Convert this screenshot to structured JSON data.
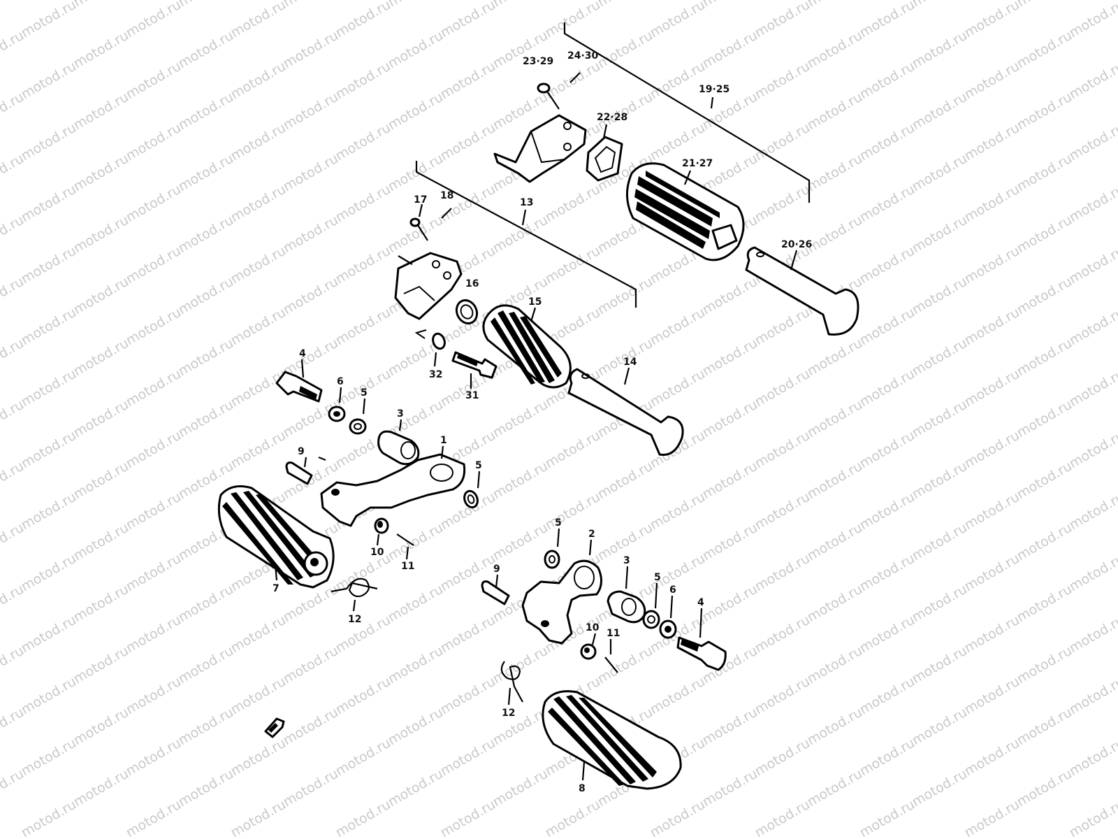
{
  "watermark": "motod.ru",
  "colors": {
    "ink": "#000000",
    "watermark": "#c9c9c9",
    "background": "#ffffff"
  },
  "labels": {
    "p1": "1",
    "p2": "2",
    "p3a": "3",
    "p3b": "3",
    "p4a": "4",
    "p4b": "4",
    "p5a": "5",
    "p5b": "5",
    "p5c": "5",
    "p5d": "5",
    "p6a": "6",
    "p6b": "6",
    "p7": "7",
    "p8": "8",
    "p9a": "9",
    "p9b": "9",
    "p10a": "10",
    "p10b": "10",
    "p11a": "11",
    "p11b": "11",
    "p12a": "12",
    "p12b": "12",
    "p13": "13",
    "p14": "14",
    "p15": "15",
    "p16": "16",
    "p17": "17",
    "p18": "18",
    "p19_25": "19·25",
    "p20_26": "20·26",
    "p21_27": "21·27",
    "p22_28": "22·28",
    "p23_29": "23·29",
    "p24_30": "24·30",
    "p31": "31",
    "p32": "32"
  }
}
